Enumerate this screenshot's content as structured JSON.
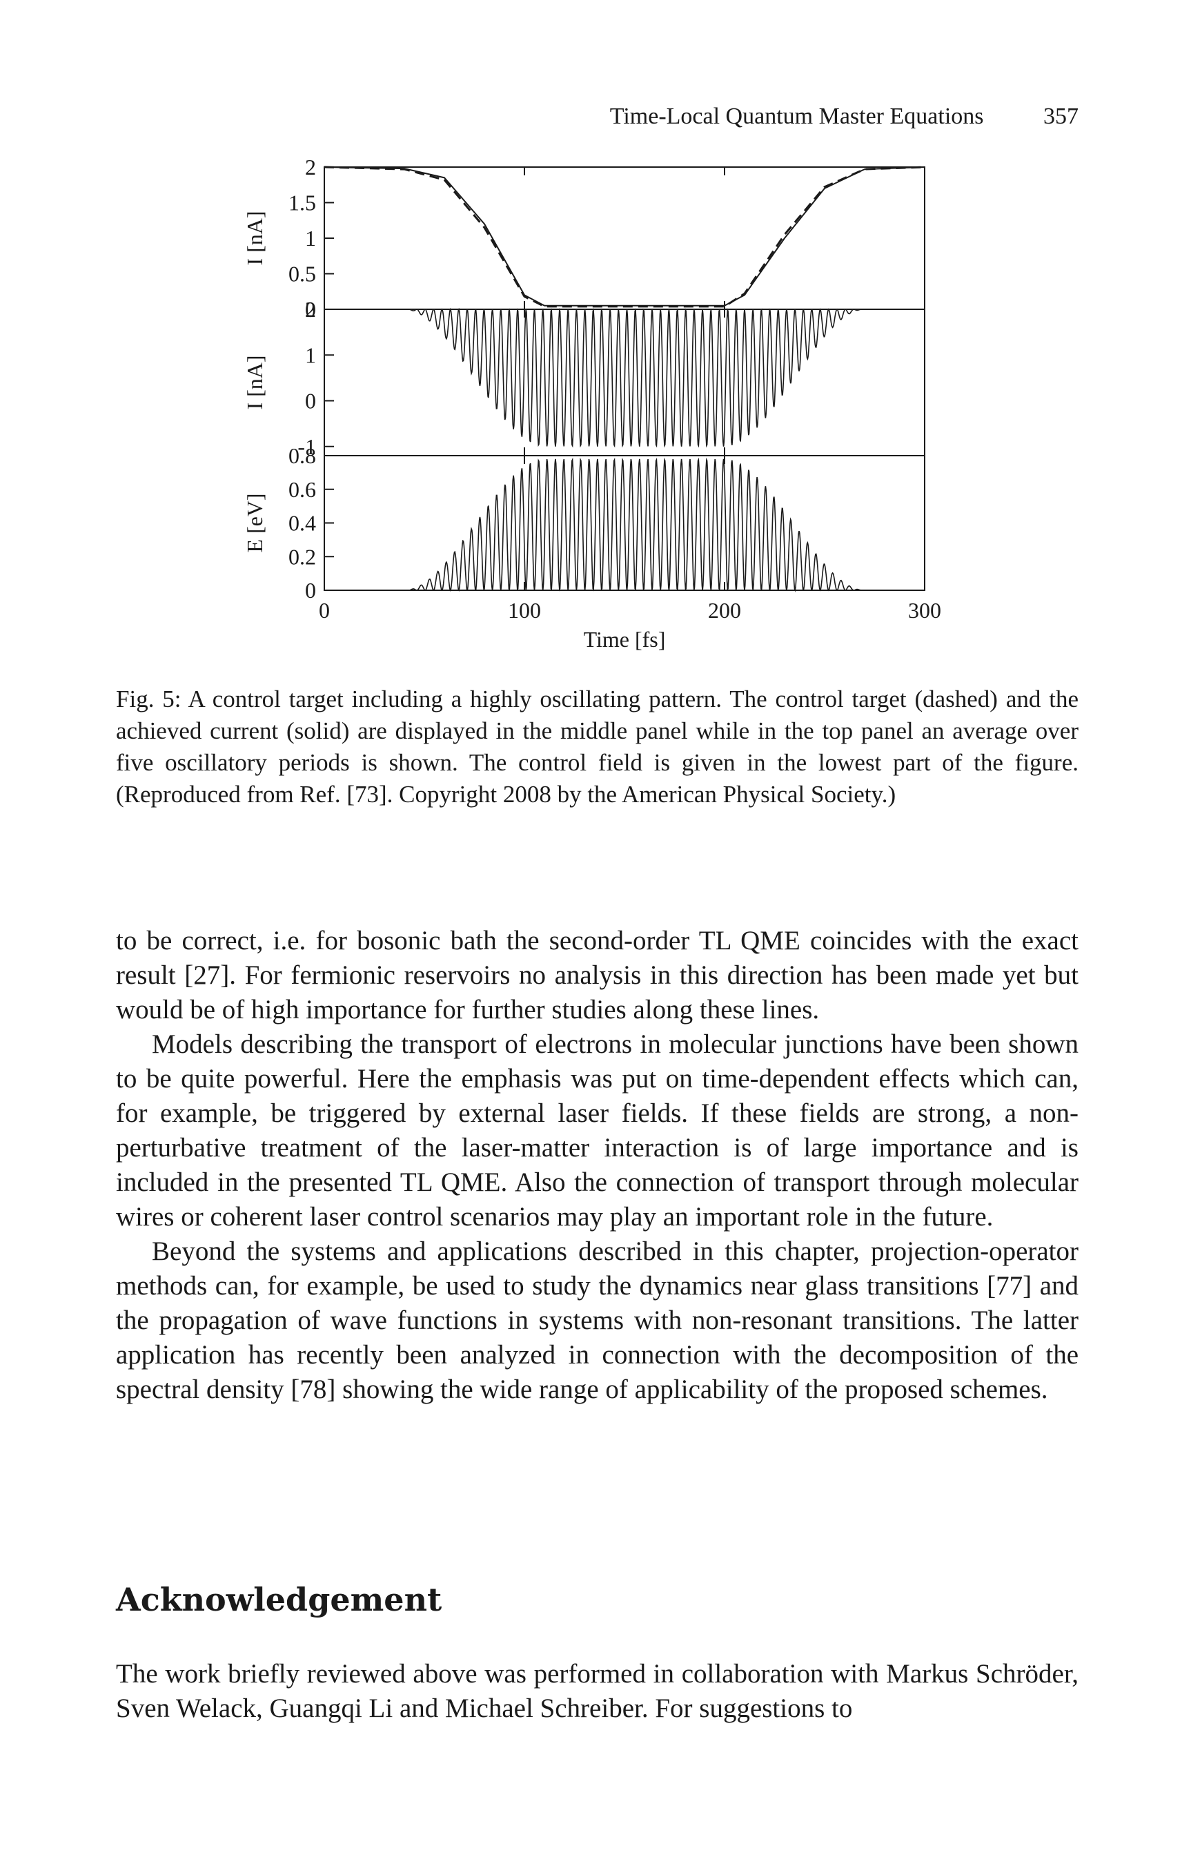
{
  "header": {
    "title": "Time-Local Quantum Master Equations",
    "page_number": "357"
  },
  "chart_data": [
    {
      "type": "line",
      "panel": "top",
      "ylabel": "I [nA]",
      "ylim": [
        0,
        2
      ],
      "yticks": [
        "0",
        "0.5",
        "1",
        "1.5",
        "2"
      ],
      "series": [
        {
          "style": "solid",
          "x": [
            0,
            40,
            60,
            80,
            100,
            110,
            200,
            210,
            230,
            250,
            270,
            300
          ],
          "values": [
            2.0,
            1.98,
            1.85,
            1.2,
            0.2,
            0.05,
            0.05,
            0.2,
            1.0,
            1.7,
            1.97,
            2.0
          ]
        },
        {
          "style": "dashed",
          "x": [
            0,
            40,
            60,
            80,
            100,
            110,
            200,
            210,
            230,
            250,
            270,
            300
          ],
          "values": [
            2.0,
            1.97,
            1.82,
            1.15,
            0.18,
            0.04,
            0.04,
            0.22,
            1.05,
            1.72,
            1.97,
            2.0
          ]
        }
      ]
    },
    {
      "type": "line",
      "panel": "middle",
      "ylabel": "I [nA]",
      "ylim": [
        -1.2,
        2
      ],
      "yticks": [
        "-1",
        "0",
        "1",
        "2"
      ],
      "series": [
        {
          "style": "oscillating",
          "x_range": [
            0,
            300
          ],
          "baseline": 2.0,
          "min": -1.0,
          "period_fs": 4.2
        }
      ]
    },
    {
      "type": "line",
      "panel": "bottom",
      "ylabel": "E [eV]",
      "xlabel": "Time [fs]",
      "xlim": [
        0,
        300
      ],
      "ylim": [
        0,
        0.8
      ],
      "xticks": [
        "0",
        "100",
        "200",
        "300"
      ],
      "yticks": [
        "0",
        "0.2",
        "0.4",
        "0.6",
        "0.8"
      ],
      "series": [
        {
          "style": "oscillating",
          "x_range": [
            0,
            300
          ],
          "peak": 0.78,
          "period_fs": 4.2
        }
      ]
    }
  ],
  "caption": "Fig. 5: A control target including a highly oscillating pattern. The control target (dashed) and the achieved current (solid) are displayed in the middle panel while in the top panel an average over five oscillatory periods is shown. The control field is given in the lowest part of the figure. (Reproduced from Ref. [73]. Copyright 2008 by the American Physical Society.)",
  "paragraphs": [
    "to be correct, i.e. for bosonic bath the second-order TL QME coincides with the exact result [27]. For fermionic reservoirs no analysis in this direction has been made yet but would be of high importance for further studies along these lines.",
    "Models describing the transport of electrons in molecular junctions have been shown to be quite powerful. Here the emphasis was put on time-dependent effects which can, for example, be triggered by external laser fields. If these fields are strong, a non-perturbative treatment of the laser-matter interaction is of large importance and is included in the presented TL QME. Also the connection of transport through molecular wires or coherent laser control scenarios may play an important role in the future.",
    "Beyond the systems and applications described in this chapter, projection-operator methods can, for example, be used to study the dynamics near glass transitions [77] and the propagation of wave functions in systems with non-resonant transitions. The latter application has recently been analyzed in connection with the decomposition of the spectral density [78] showing the wide range of applicability of the proposed schemes."
  ],
  "section": {
    "title": "Acknowledgement"
  },
  "acknowledgement": "The work briefly reviewed above was performed in collaboration with Markus Schröder, Sven Welack, Guangqi Li and Michael Schreiber. For suggestions to"
}
